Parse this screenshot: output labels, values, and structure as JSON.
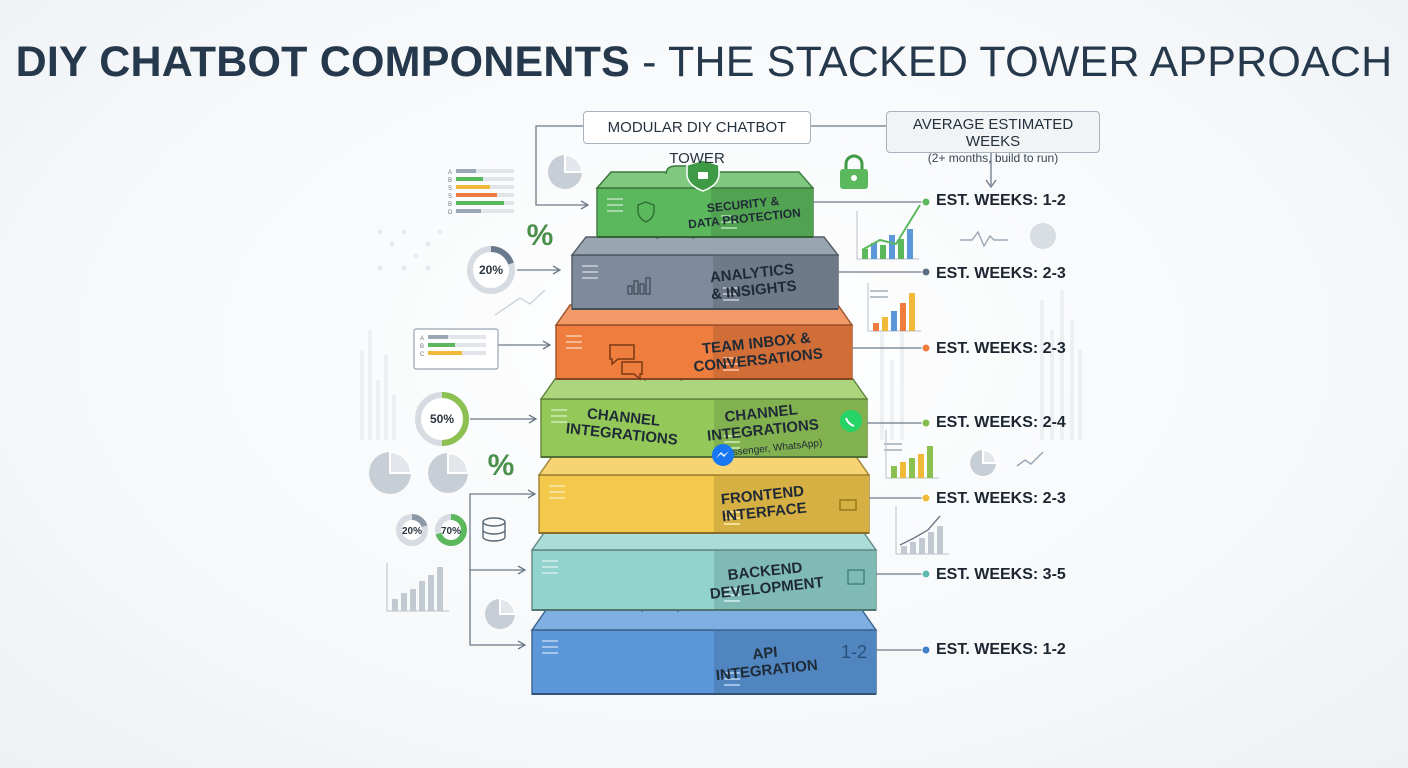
{
  "title": {
    "bold": "DIY CHATBOT COMPONENTS",
    "separator": " - ",
    "rest": "THE STACKED TOWER APPROACH"
  },
  "callouts": {
    "tower": "MODULAR DIY CHATBOT TOWER",
    "weeks_title": "AVERAGE ESTIMATED WEEKS",
    "weeks_sub": "(2+ months, build to run)"
  },
  "layers": [
    {
      "id": "security",
      "lines": [
        "SECURITY &",
        "DATA PROTECTION"
      ],
      "est": "EST. WEEKS: 1-2",
      "color": "#5cb85c",
      "dot": "#5cb85c"
    },
    {
      "id": "analytics",
      "lines": [
        "ANALYTICS",
        "& INSIGHTS"
      ],
      "est": "EST. WEEKS: 2-3",
      "color": "#7d8b9c",
      "dot": "#5b6e82"
    },
    {
      "id": "inbox",
      "lines": [
        "TEAM INBOX &",
        "CONVERSATIONS"
      ],
      "est": "EST. WEEKS: 2-3",
      "color": "#ee7d3e",
      "dot": "#ee7d3e"
    },
    {
      "id": "channel",
      "left_lines": [
        "CHANNEL",
        "INTEGRATIONS"
      ],
      "lines": [
        "CHANNEL",
        "INTEGRATIONS"
      ],
      "sub": "(Messenger, WhatsApp)",
      "est": "EST. WEEKS: 2-4",
      "color": "#94c95a",
      "dot": "#7fbf4a"
    },
    {
      "id": "frontend",
      "lines": [
        "FRONTEND",
        "INTERFACE"
      ],
      "est": "EST. WEEKS: 2-3",
      "color": "#f3c84b",
      "dot": "#f0b93a"
    },
    {
      "id": "backend",
      "lines": [
        "BACKEND",
        "DEVELOPMENT"
      ],
      "est": "EST. WEEKS: 3-5",
      "color": "#92d3cd",
      "dot": "#5fb8b0"
    },
    {
      "id": "api",
      "lines": [
        "API",
        "INTEGRATION"
      ],
      "side_text": "1-2",
      "est": "EST. WEEKS: 1-2",
      "color": "#5b97d9",
      "dot": "#3f7fc7"
    }
  ],
  "side_widgets": {
    "donut1": "20%",
    "donut2": "50%",
    "donut3": "20%",
    "donut4": "70%",
    "percent_sign": "%",
    "list_letters_top": [
      "A",
      "B",
      "S",
      "S",
      "B",
      "D"
    ],
    "list_letters_mid": [
      "A",
      "B",
      "C"
    ]
  }
}
